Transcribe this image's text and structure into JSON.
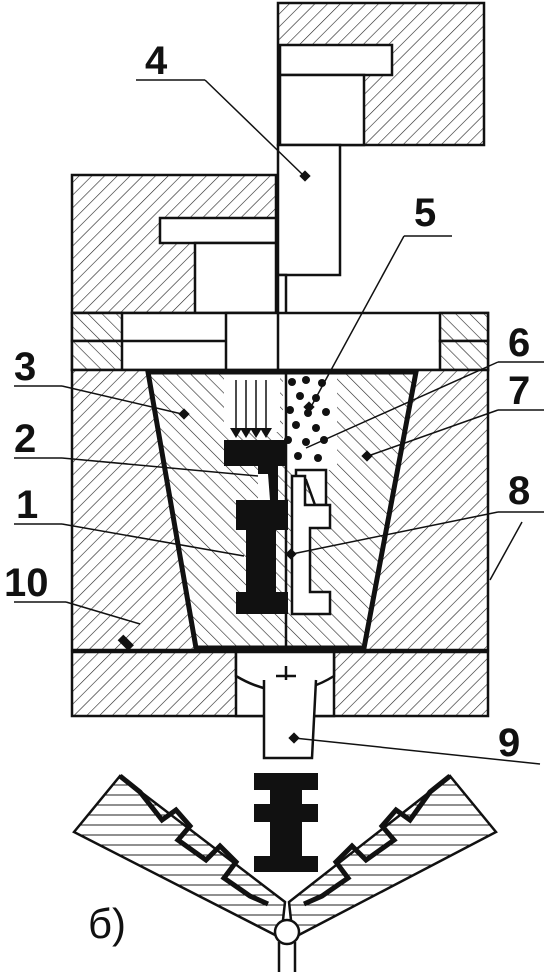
{
  "labels": {
    "n1": "1",
    "n2": "2",
    "n3": "3",
    "n4": "4",
    "n5": "5",
    "n6": "6",
    "n7": "7",
    "n8": "8",
    "n9": "9",
    "n10": "10"
  },
  "caption": "б)"
}
